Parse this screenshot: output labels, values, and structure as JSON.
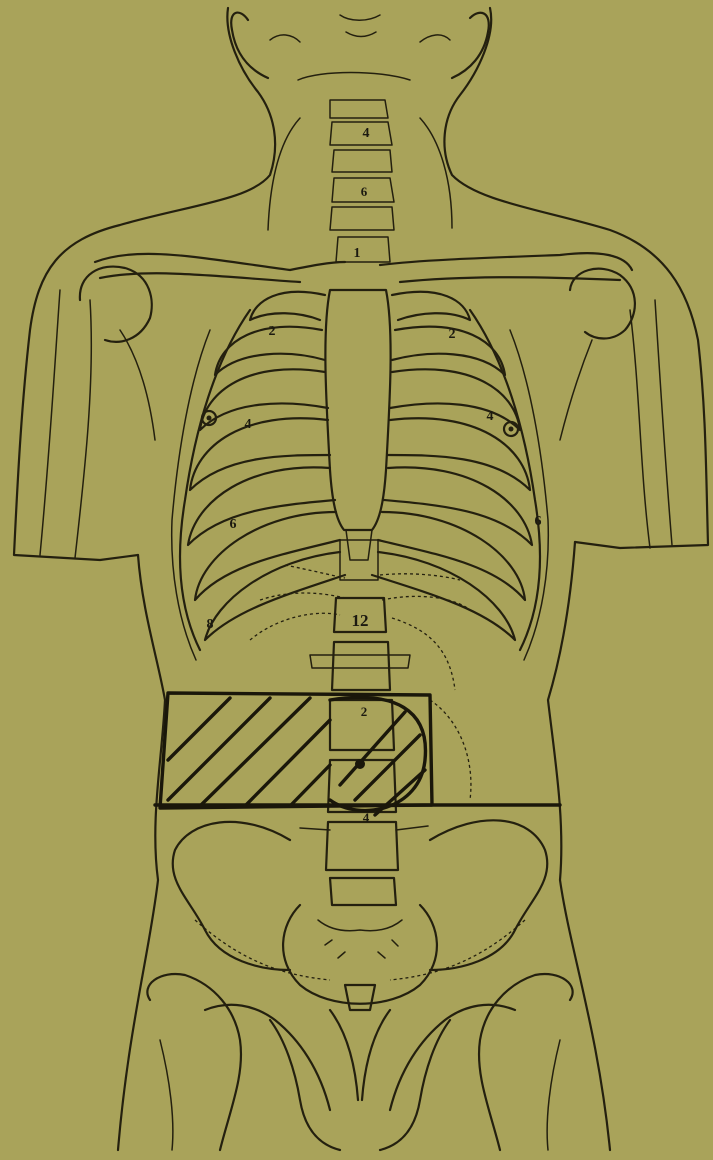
{
  "figure": {
    "colors": {
      "paper": "#a9a35a",
      "ink": "#24200f",
      "hatch": "#1a170a"
    },
    "labels": {
      "cervical_4": "4",
      "cervical_6": "6",
      "thoracic_1": "1",
      "rib_2_right": "2",
      "rib_2_left": "2",
      "rib_4_right": "4",
      "rib_4_left": "4",
      "rib_6_right": "6",
      "rib_6_left": "6",
      "rib_8_right": "8",
      "thoracic_12": "12",
      "lumbar_2": "2",
      "lumbar_4": "4"
    }
  }
}
